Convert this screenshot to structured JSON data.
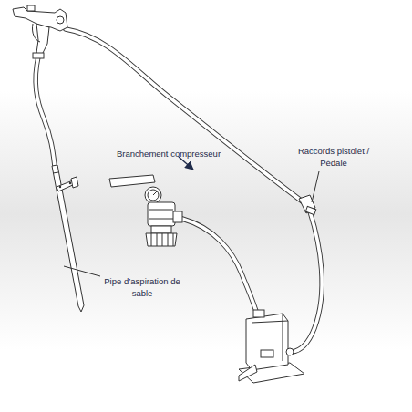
{
  "diagram": {
    "labels": [
      "Branchement compresseur",
      "Raccords pistolet / Pédale",
      "Pipe d’aspiration de sable"
    ]
  }
}
